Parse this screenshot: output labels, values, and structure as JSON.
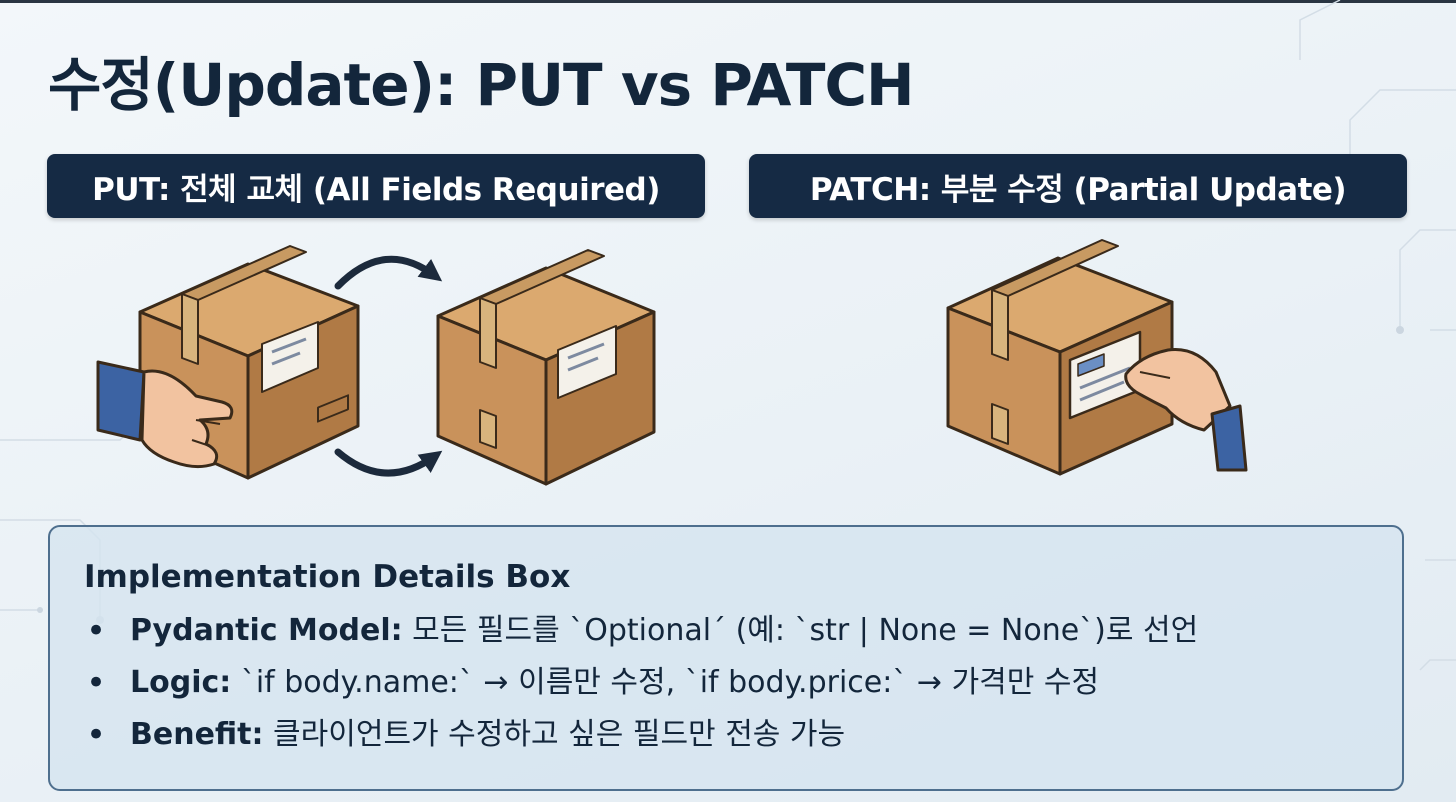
{
  "slide": {
    "title": "수정(Update): PUT vs PATCH"
  },
  "put_panel": {
    "label": "PUT: 전체 교체 (All Fields Required)"
  },
  "patch_panel": {
    "label": "PATCH: 부분 수정 (Partial Update)"
  },
  "details": {
    "heading": "Implementation Details Box",
    "bullets": [
      {
        "key": "Pydantic Model:",
        "text": "모든 필드를 `Optional´ (예: `str | None = None`)로 선언"
      },
      {
        "key": "Logic:",
        "text": "`if body.name:` → 이름만 수정, `if body.price:` → 가격만 수정"
      },
      {
        "key": "Benefit:",
        "text": "클라이언트가 수정하고 싶은 필드만 전송 가능"
      }
    ]
  },
  "colors": {
    "label_bar": "#152a44",
    "box_front": "#c9925b",
    "box_side": "#b07a45",
    "box_top": "#dba96f",
    "sleeve": "#3c63a3",
    "skin": "#f2c3a0"
  },
  "icons": [
    "swap-arrow-icon",
    "hand-icon",
    "cardboard-box-icon",
    "shipping-label-icon"
  ]
}
